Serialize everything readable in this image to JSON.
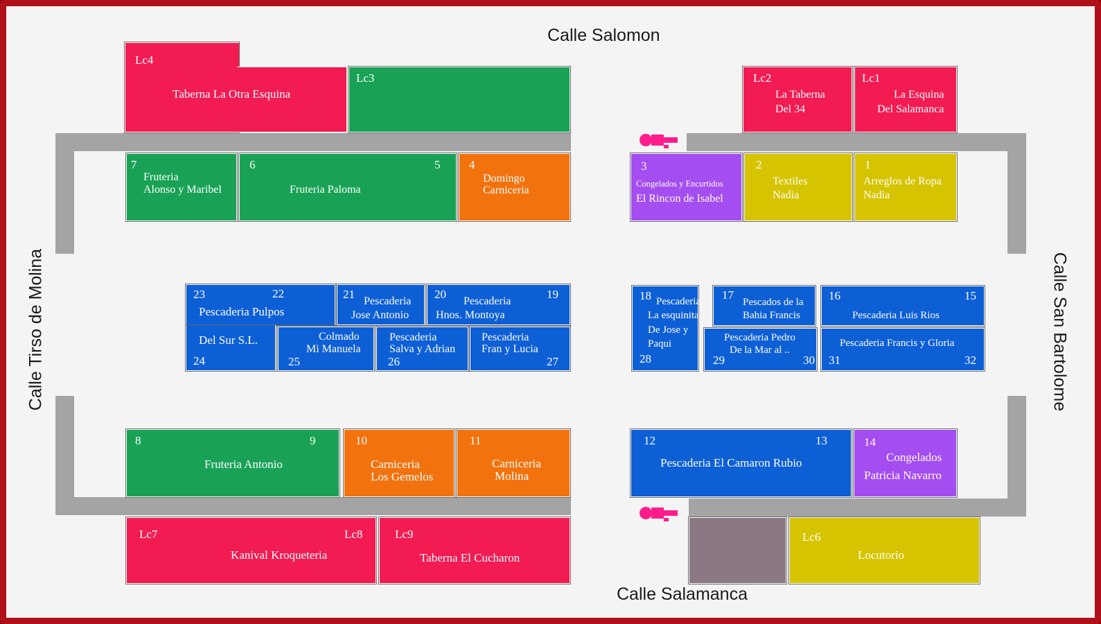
{
  "streets": {
    "top": "Calle Salomon",
    "bottom": "Calle Salamanca",
    "left": "Calle Tirso de Molina",
    "right": "Calle San Bartolome"
  },
  "colors": {
    "bar": "#f21b52",
    "fruit": "#19a256",
    "butcher": "#f2720e",
    "frozen": "#a44df0",
    "other": "#d6c400",
    "fish": "#0d5fd6",
    "unknown": "#8a7884",
    "restroom": "#ff1c8d"
  },
  "icons": {
    "restroom_top": "restroom-icon",
    "restroom_bottom": "restroom-icon"
  },
  "stalls": {
    "lc4": {
      "code": "Lc4",
      "name": "Taberna  La Otra Esquina"
    },
    "lc3": {
      "code": "Lc3"
    },
    "lc2": {
      "code": "Lc2",
      "name1": "La Taberna",
      "name2": "Del 34"
    },
    "lc1": {
      "code": "Lc1",
      "name1": "La Esquina",
      "name2": "Del Salamanca"
    },
    "s7": {
      "num": "7",
      "name1": "Fruteria",
      "name2": "Alonso y Maribel"
    },
    "s65": {
      "num_a": "6",
      "num_b": "5",
      "name": "Fruteria  Paloma"
    },
    "s4": {
      "num": "4",
      "name1": "Domingo",
      "name2": "Carniceria"
    },
    "s3": {
      "num": "3",
      "name1": "Congelados y Encurtidos",
      "name2": "El  Rincon de Isabel"
    },
    "s2": {
      "num": "2",
      "name1": "Textiles",
      "name2": "Nadia"
    },
    "s1": {
      "num": "1",
      "name1": "Arreglos de Ropa",
      "name2": "Nadia"
    },
    "s2322": {
      "num_a": "23",
      "num_b": "22",
      "name": "Pescaderia Pulpos"
    },
    "s21": {
      "num": "21",
      "name1": "Pescaderia",
      "name2": "Jose Antonio"
    },
    "s2019": {
      "num_a": "20",
      "num_b": "19",
      "name1": "Pescaderia",
      "name2": "Hnos. Montoya"
    },
    "s24": {
      "num": "24",
      "name": "Del Sur  S.L."
    },
    "s25": {
      "num": "25",
      "name1": "Colmado",
      "name2": "Mi Manuela"
    },
    "s26": {
      "num": "26",
      "name1": "Pescaderia",
      "name2": "Salva y Adrian"
    },
    "s27": {
      "num": "27",
      "name1": "Pescaderia",
      "name2": "Fran y Lucia"
    },
    "s1828": {
      "num_a": "18",
      "num_b": "28",
      "name1": "Pescaderia",
      "name2": "La esquinita",
      "name3": "De Jose y",
      "name4": "Paqui"
    },
    "s17": {
      "num": "17",
      "name1": "Pescados de la",
      "name2": "Bahia  Francis"
    },
    "s1615": {
      "num_a": "16",
      "num_b": "15",
      "name": "Pescaderia  Luis Rios"
    },
    "s2930": {
      "num_a": "29",
      "num_b": "30",
      "name1": "Pescaderia  Pedro",
      "name2": "De la Mar al .."
    },
    "s3132": {
      "num_a": "31",
      "num_b": "32",
      "name": "Pescaderia Francis y Gloria"
    },
    "s89": {
      "num_a": "8",
      "num_b": "9",
      "name": "Fruteria Antonio"
    },
    "s10": {
      "num": "10",
      "name1": "Carniceria",
      "name2": "Los Gemelos"
    },
    "s11": {
      "num": "11",
      "name1": "Carniceria",
      "name2": "Molina"
    },
    "s1213": {
      "num_a": "12",
      "num_b": "13",
      "name": "Pescaderia  El Camaron Rubio"
    },
    "s14": {
      "num": "14",
      "name1": "Congelados",
      "name2": "Patricia Navarro"
    },
    "lc78": {
      "code_a": "Lc7",
      "code_b": "Lc8",
      "name": "Kanival  Kroqueteria"
    },
    "lc9": {
      "code": "Lc9",
      "name": "Taberna El Cucharon"
    },
    "lc6": {
      "code": "Lc6",
      "name": "Locutorio"
    }
  }
}
